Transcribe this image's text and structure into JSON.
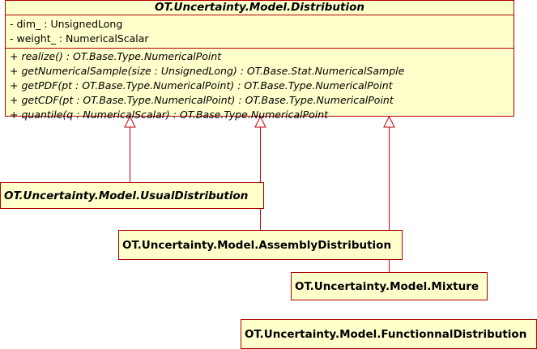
{
  "colors": {
    "border": "#b00000",
    "fill": "#ffffcc",
    "line": "#c00000"
  },
  "distribution": {
    "name": "OT.Uncertainty.Model.Distribution",
    "attributes": [
      "- dim_ : UnsignedLong",
      "- weight_ : NumericalScalar"
    ],
    "operations": [
      "+ realize() : OT.Base.Type.NumericalPoint",
      "+ getNumericalSample(size : UnsignedLong) : OT.Base.Stat.NumericalSample",
      "+ getPDF(pt : OT.Base.Type.NumericalPoint) : OT.Base.Type.NumericalPoint",
      "+ getCDF(pt : OT.Base.Type.NumericalPoint) : OT.Base.Type.NumericalPoint",
      "+ quantile(q : NumericalScalar) : OT.Base.Type.NumericalPoint"
    ]
  },
  "usual": {
    "name": "OT.Uncertainty.Model.UsualDistribution"
  },
  "assembly": {
    "name": "OT.Uncertainty.Model.AssemblyDistribution"
  },
  "mixture": {
    "name": "OT.Uncertainty.Model.Mixture"
  },
  "functionnal": {
    "name": "OT.Uncertainty.Model.FunctionnalDistribution"
  }
}
